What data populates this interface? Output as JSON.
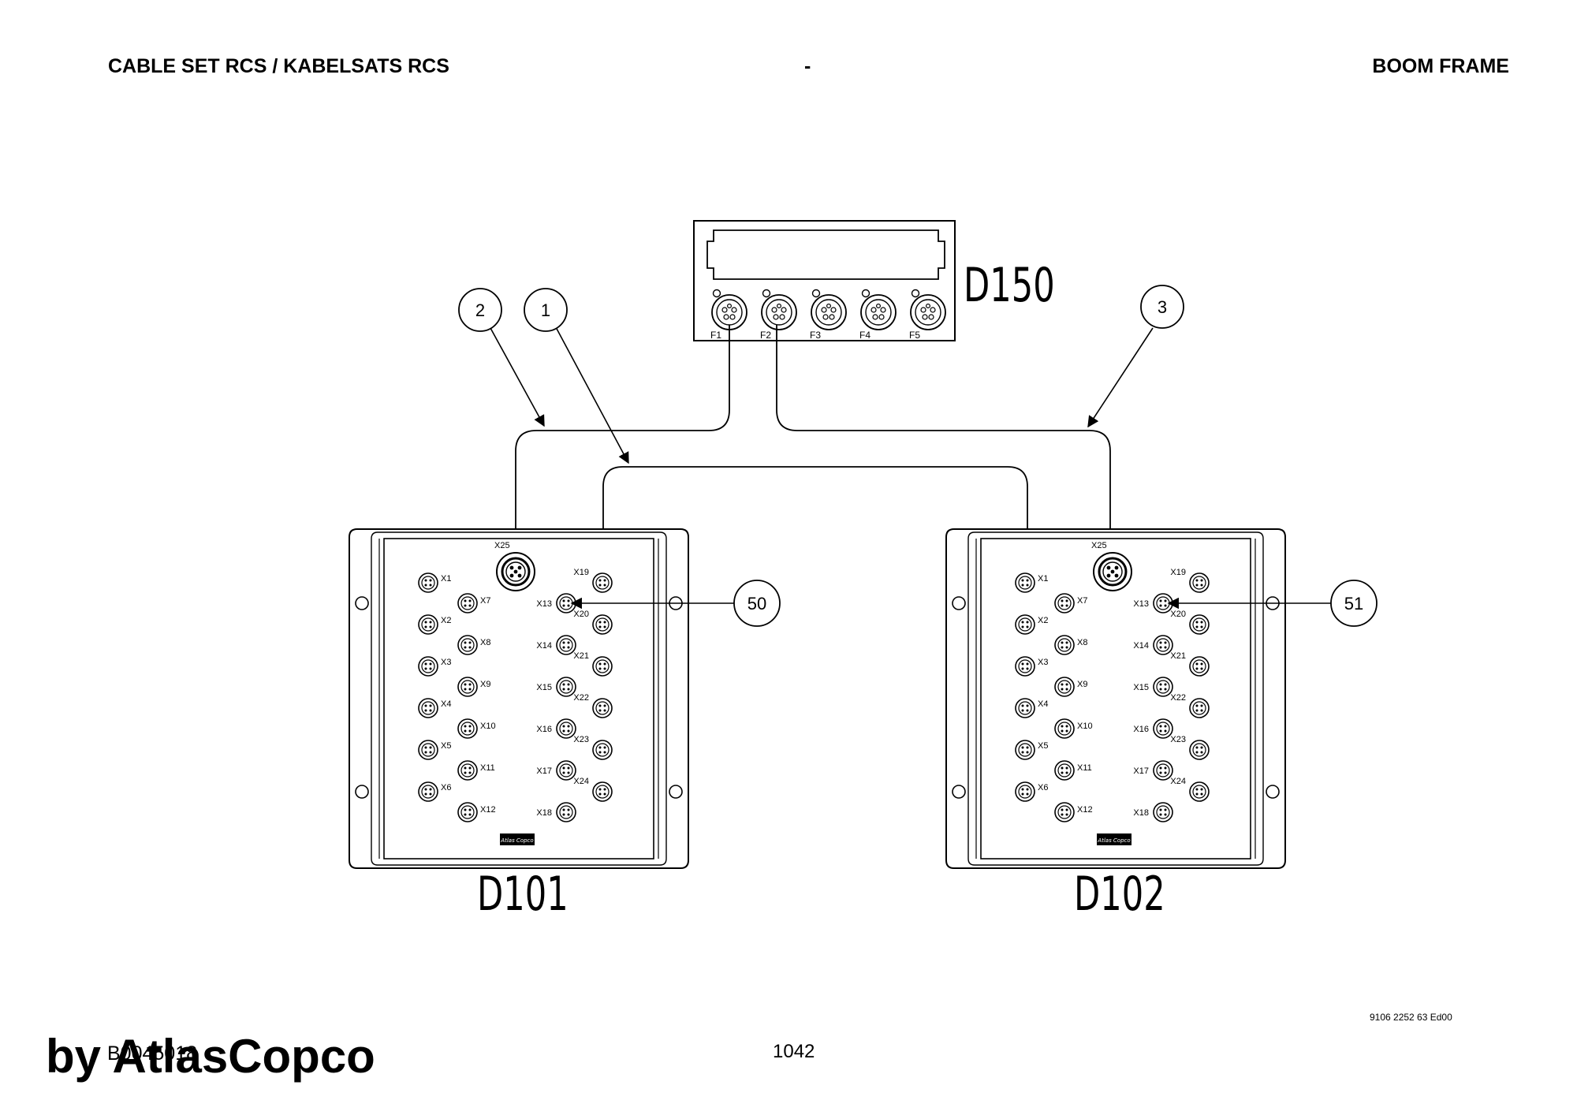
{
  "header": {
    "left": "CABLE SET RCS / KABELSATS RCS",
    "middle": "-",
    "right": "BOOM FRAME"
  },
  "footer": {
    "code": "B0045018",
    "ref": "9106 2252 63 Ed00",
    "page": "1042",
    "watermark": "by AtlasCopco"
  },
  "diagram": {
    "d150": {
      "name": "D150",
      "ports": [
        "F1",
        "F2",
        "F3",
        "F4",
        "F5"
      ]
    },
    "d101": {
      "name": "D101"
    },
    "d102": {
      "name": "D102"
    },
    "logo_text": "Atlas Copco",
    "x25": "X25",
    "ports_left": [
      "X1",
      "X2",
      "X3",
      "X4",
      "X5",
      "X6"
    ],
    "ports_mid": [
      "X7",
      "X8",
      "X9",
      "X10",
      "X11",
      "X12"
    ],
    "ports_c3": [
      "X13",
      "X14",
      "X15",
      "X16",
      "X17",
      "X18"
    ],
    "ports_c4": [
      "X19",
      "X20",
      "X21",
      "X22",
      "X23",
      "X24"
    ],
    "callouts": [
      "1",
      "2",
      "3",
      "50",
      "51"
    ]
  }
}
